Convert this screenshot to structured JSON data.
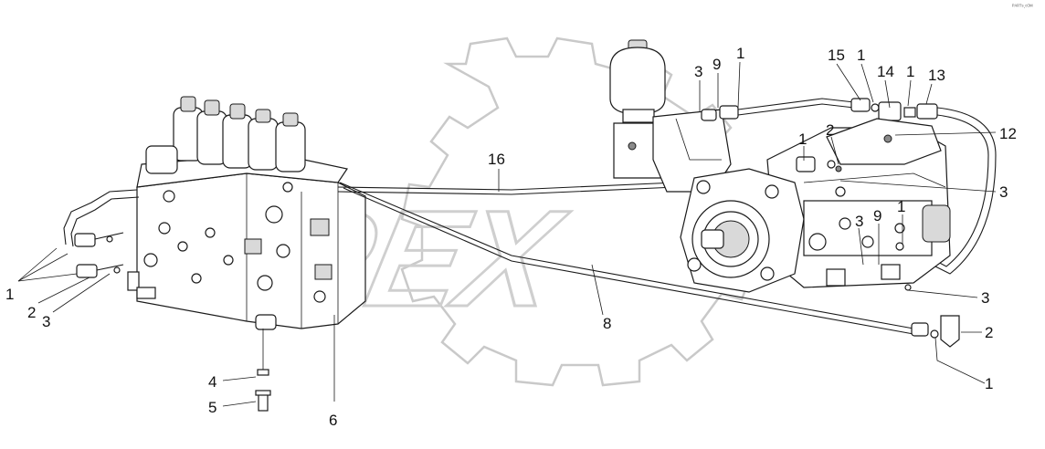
{
  "corner_mark": "ᴾᴬᴿᵀˢ.ᶜᴼᴹ",
  "watermark": {
    "text": "OPEX"
  },
  "callouts": {
    "left_1": "1",
    "left_2": "2",
    "left_3": "3",
    "bottom_4": "4",
    "bottom_5": "5",
    "bottom_6": "6",
    "mid_16": "16",
    "mid_8": "8",
    "top_3": "3",
    "top_9": "9",
    "top_1a": "1",
    "top_15": "15",
    "top_1b": "1",
    "top_14": "14",
    "top_1c": "1",
    "top_13": "13",
    "pump_2": "2",
    "pump_1": "1",
    "right_12": "12",
    "right_3a": "3",
    "pump_3": "3",
    "pump_9": "9",
    "pump_1b": "1",
    "right_3b": "3",
    "right_2": "2",
    "right_1": "1"
  }
}
